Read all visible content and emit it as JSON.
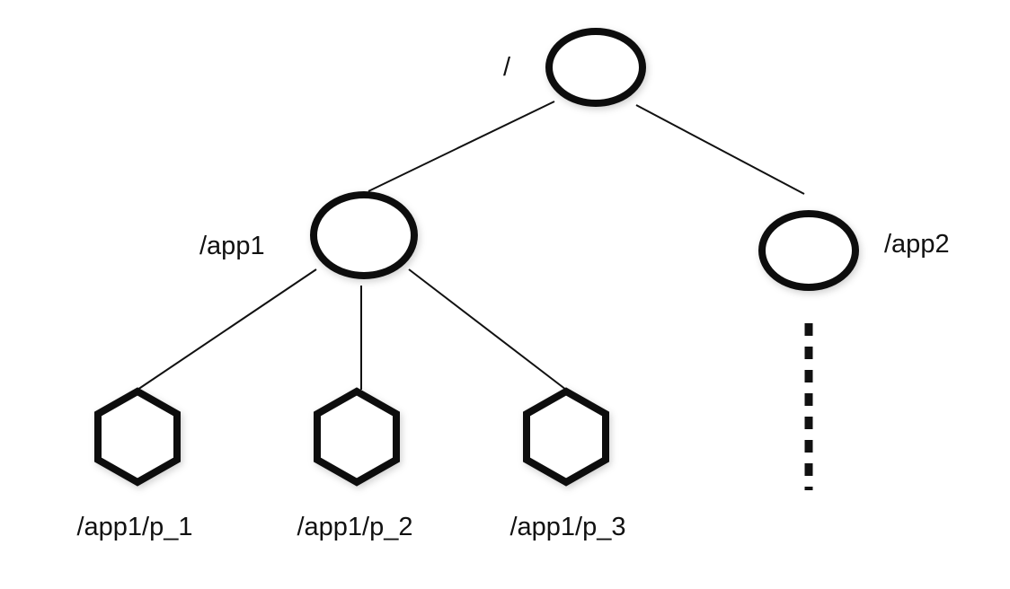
{
  "diagram": {
    "nodes": [
      {
        "id": "root",
        "label": "/",
        "shape": "ellipse"
      },
      {
        "id": "app1",
        "label": "/app1",
        "shape": "ellipse"
      },
      {
        "id": "app2",
        "label": "/app2",
        "shape": "ellipse"
      },
      {
        "id": "p1",
        "label": "/app1/p_1",
        "shape": "hexagon"
      },
      {
        "id": "p2",
        "label": "/app1/p_2",
        "shape": "hexagon"
      },
      {
        "id": "p3",
        "label": "/app1/p_3",
        "shape": "hexagon"
      }
    ],
    "edges": [
      {
        "from": "root",
        "to": "app1"
      },
      {
        "from": "root",
        "to": "app2"
      },
      {
        "from": "app1",
        "to": "p1"
      },
      {
        "from": "app1",
        "to": "p2"
      },
      {
        "from": "app1",
        "to": "p3"
      },
      {
        "from": "app2",
        "to": "more",
        "style": "dotted"
      }
    ],
    "colors": {
      "stroke": "#111111",
      "fill": "#ffffff"
    }
  }
}
